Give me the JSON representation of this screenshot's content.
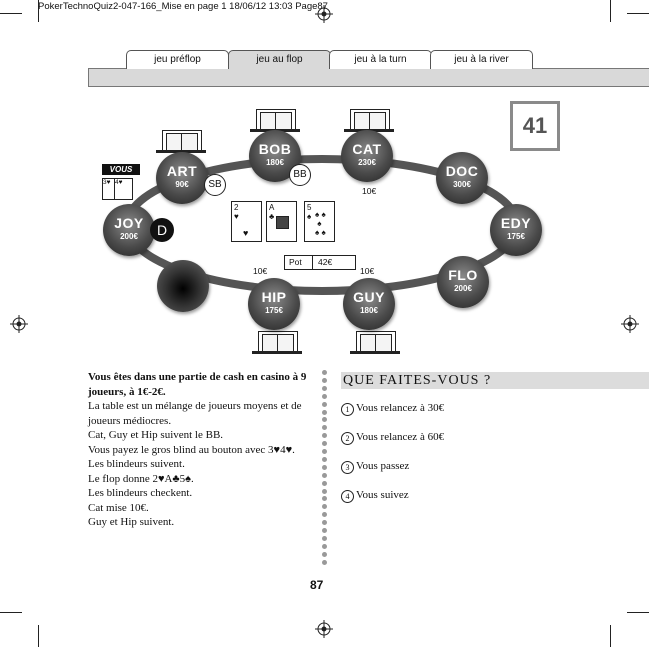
{
  "header": {
    "slug": "PokerTechnoQuiz2-047-166_Mise en page 1  18/06/12  13:03  Page87"
  },
  "tabs": [
    {
      "label": "jeu préflop"
    },
    {
      "label": "jeu au flop"
    },
    {
      "label": "jeu à la turn"
    },
    {
      "label": "jeu à la river"
    }
  ],
  "active_tab": 1,
  "quiz_number": "41",
  "table": {
    "players": [
      {
        "name": "BOB",
        "stack": "180€"
      },
      {
        "name": "CAT",
        "stack": "230€"
      },
      {
        "name": "ART",
        "stack": "90€"
      },
      {
        "name": "DOC",
        "stack": "300€"
      },
      {
        "name": "JOY",
        "stack": "200€"
      },
      {
        "name": "EDY",
        "stack": "175€"
      },
      {
        "name": "FLO",
        "stack": "200€"
      },
      {
        "name": "HIP",
        "stack": "175€"
      },
      {
        "name": "GUY",
        "stack": "180€"
      }
    ],
    "markers": {
      "sb": "SB",
      "bb": "BB",
      "dealer": "D"
    },
    "bets": {
      "cat": "10€",
      "hip": "10€",
      "guy": "10€"
    },
    "pot": {
      "label": "Pot",
      "value": "42€"
    },
    "flop": [
      {
        "rank": "2",
        "suit": "♥"
      },
      {
        "rank": "A",
        "suit": "♣"
      },
      {
        "rank": "5",
        "suit": "♠"
      }
    ],
    "hero": {
      "badge": "VOUS",
      "cards": [
        {
          "rank": "3",
          "suit": "♥"
        },
        {
          "rank": "4",
          "suit": "♥"
        }
      ]
    }
  },
  "scenario": {
    "intro": "Vous êtes dans une partie de cash en casino à 9 joueurs, à 1€-2€.",
    "lines": [
      "La table est un mélange de joueurs moyens et de joueurs médiocres.",
      "Cat, Guy et Hip suivent le BB.",
      "Vous payez le gros blind au bouton avec 3♥4♥.",
      "Les blindeurs suivent.",
      "Le flop donne 2♥A♣5♠.",
      "Les blindeurs checkent.",
      "Cat mise 10€.",
      "Guy et Hip suivent."
    ]
  },
  "question": {
    "title": "QUE FAITES-VOUS ?",
    "options": [
      {
        "num": "1",
        "text": "Vous relancez à 30€"
      },
      {
        "num": "2",
        "text": "Vous relancez à 60€"
      },
      {
        "num": "3",
        "text": "Vous passez"
      },
      {
        "num": "4",
        "text": "Vous suivez"
      }
    ]
  },
  "page_number": "87"
}
